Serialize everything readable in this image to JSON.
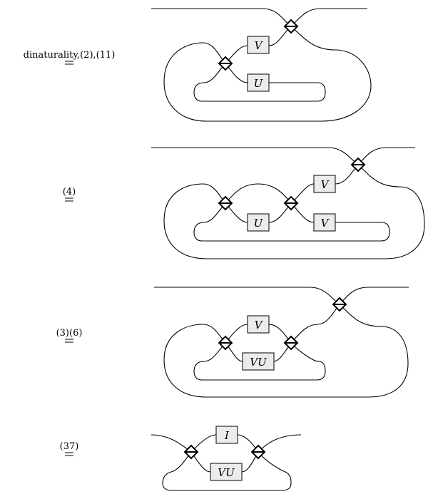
{
  "steps": [
    {
      "label": "dinaturality,(2),(11)",
      "boxes": [
        "V",
        "U"
      ]
    },
    {
      "label": "(4)",
      "boxes": [
        "V",
        "U",
        "V"
      ]
    },
    {
      "label": "(3)(6)",
      "boxes": [
        "V",
        "VU"
      ]
    },
    {
      "label": "(37)",
      "boxes": [
        "I",
        "VU"
      ]
    }
  ]
}
